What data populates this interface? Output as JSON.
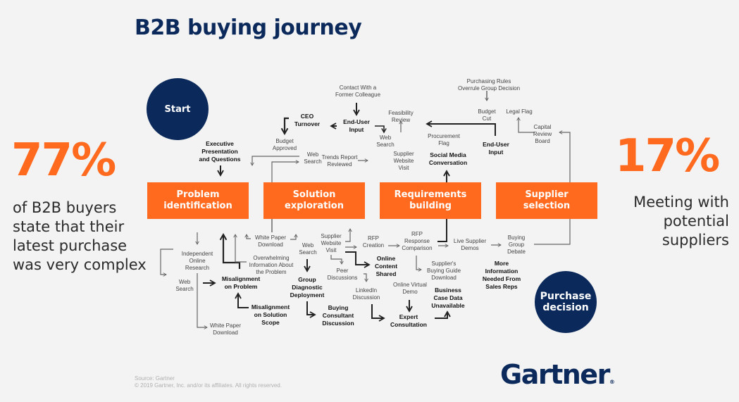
{
  "title": "B2B buying journey",
  "left_stat": {
    "value": "77%",
    "lines": [
      "of B2B buyers",
      "state that their",
      "latest purchase",
      "was very complex"
    ]
  },
  "right_stat": {
    "value": "17%",
    "lines": [
      "Meeting with",
      "potential",
      "suppliers"
    ]
  },
  "start_label": "Start",
  "end_label": [
    "Purchase",
    "decision"
  ],
  "stages": [
    {
      "lines": [
        "Problem",
        "identification"
      ]
    },
    {
      "lines": [
        "Solution",
        "exploration"
      ]
    },
    {
      "lines": [
        "Requirements",
        "building"
      ]
    },
    {
      "lines": [
        "Supplier",
        "selection"
      ]
    }
  ],
  "top_nodes": {
    "exec_presentation": [
      "Executive",
      "Presentation",
      "and Questions"
    ],
    "ceo_turnover": [
      "CEO",
      "Turnover"
    ],
    "budget_approved": [
      "Budget",
      "Approved"
    ],
    "web_search_top": [
      "Web",
      "Search"
    ],
    "contact_colleague": [
      "Contact With a",
      "Former Colleague"
    ],
    "end_user_input_1": [
      "End-User",
      "Input"
    ],
    "web_search_top2": [
      "Web",
      "Search"
    ],
    "feasibility_review": [
      "Feasibility",
      "Review"
    ],
    "trends_report": [
      "Trends Report",
      "Reviewed"
    ],
    "supplier_website_visit_top": [
      "Supplier",
      "Website",
      "Visit"
    ],
    "procurement_flag": [
      "Procurement",
      "Flag"
    ],
    "social_media": [
      "Social Media",
      "Conversation"
    ],
    "purchasing_rules": [
      "Purchasing Rules",
      "Overrule Group Decision"
    ],
    "budget_cut": [
      "Budget",
      "Cut"
    ],
    "legal_flag": [
      "Legal Flag"
    ],
    "end_user_input_2": [
      "End-User",
      "Input"
    ],
    "capital_review": [
      "Capital",
      "Review",
      "Board"
    ]
  },
  "bottom_nodes": {
    "independent_research": [
      "Independent",
      "Online",
      "Research"
    ],
    "web_search_bottom": [
      "Web",
      "Search"
    ],
    "white_paper_bottom": [
      "White Paper",
      "Download"
    ],
    "misalignment_problem": [
      "Misalignment",
      "on Problem"
    ],
    "misalignment_scope": [
      "Misalignment",
      "on Solution",
      "Scope"
    ],
    "white_paper_mid": [
      "White Paper",
      "Download"
    ],
    "overwhelming_info": [
      "Overwhelming",
      "Information About",
      "the Problem"
    ],
    "web_search_mid": [
      "Web",
      "Search"
    ],
    "group_diagnostic": [
      "Group",
      "Diagnostic",
      "Deployment"
    ],
    "buying_consultant": [
      "Buying",
      "Consultant",
      "Discussion"
    ],
    "supplier_website_visit_bottom": [
      "Supplier",
      "Website",
      "Visit"
    ],
    "peer_discussions": [
      "Peer",
      "Discussions"
    ],
    "linkedin_discussion": [
      "LinkedIn",
      "Discussion"
    ],
    "rfp_creation": [
      "RFP",
      "Creation"
    ],
    "online_content": [
      "Online",
      "Content",
      "Shared"
    ],
    "rfp_response": [
      "RFP",
      "Response",
      "Comparison"
    ],
    "suppliers_guide": [
      "Supplier's",
      "Buying Guide",
      "Download"
    ],
    "online_demo": [
      "Online Virtual",
      "Demo"
    ],
    "expert_consultation": [
      "Expert",
      "Consultation"
    ],
    "business_case": [
      "Business",
      "Case Data",
      "Unavailable"
    ],
    "live_demos": [
      "Live Supplier",
      "Demos"
    ],
    "buying_group_debate": [
      "Buying",
      "Group",
      "Debate"
    ],
    "more_info": [
      "More",
      "Information",
      "Needed From",
      "Sales Reps"
    ]
  },
  "footer": {
    "source": "Source: Gartner",
    "copyright": "© 2019 Gartner, Inc. and/or its affiliates. All rights reserved."
  },
  "logo": "Gartner",
  "colors": {
    "accent": "#ff6a1f",
    "navy": "#0b2a5b",
    "background": "#f3f3f3"
  }
}
